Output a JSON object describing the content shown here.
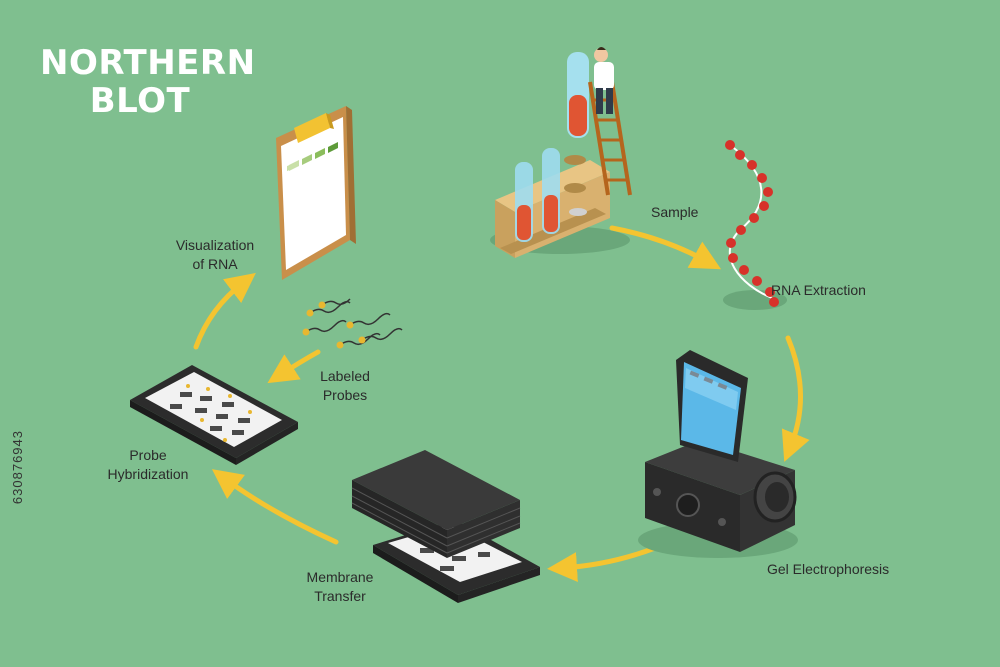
{
  "title": {
    "line1": "NORTHERN",
    "line2": "BLOT"
  },
  "steps": [
    {
      "id": "sample",
      "label": "Sample"
    },
    {
      "id": "rna-extraction",
      "label": "RNA Extraction"
    },
    {
      "id": "gel-electrophoresis",
      "label": "Gel Electrophoresis"
    },
    {
      "id": "membrane-transfer",
      "label_line1": "Membrane",
      "label_line2": "Transfer"
    },
    {
      "id": "probe-hybridization",
      "label_line1": "Probe",
      "label_line2": "Hybridization"
    },
    {
      "id": "labeled-probes",
      "label_line1": "Labeled",
      "label_line2": "Probes"
    },
    {
      "id": "visualization-of-rna",
      "label_line1": "Visualization",
      "label_line2": "of RNA"
    }
  ],
  "stock_id": "630876943",
  "colors": {
    "background": "#7fbf8f",
    "arrow": "#f4c430",
    "title": "#ffffff",
    "rna": "#d7322a"
  }
}
